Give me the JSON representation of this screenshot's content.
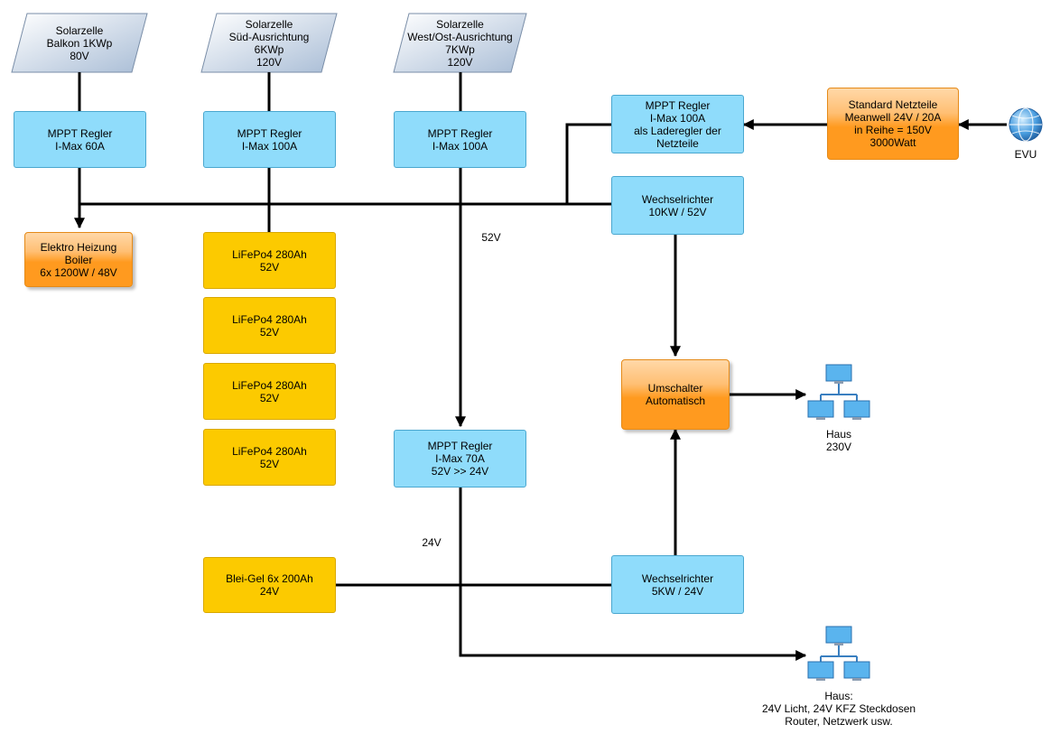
{
  "solar": [
    {
      "text": "Solarzelle\nBalkon 1KWp\n80V"
    },
    {
      "text": "Solarzelle\nSüd-Ausrichtung\n6KWp\n120V"
    },
    {
      "text": "Solarzelle\nWest/Ost-Ausrichtung\n7KWp\n120V"
    }
  ],
  "mppt": {
    "balkon": "MPPT Regler\nI-Max 60A",
    "sued": "MPPT Regler\nI-Max 100A",
    "westost": "MPPT Regler\nI-Max 100A",
    "lader": "MPPT Regler\nI-Max 100A\nals Laderegler der\nNetzteile",
    "dcdc": "MPPT Regler\nI-Max 70A\n52V >> 24V"
  },
  "netzteile": "Standard Netzteile\nMeanwell 24V / 20A\nin Reihe = 150V\n3000Watt",
  "evu_label": "EVU",
  "heizung": "Elektro Heizung\nBoiler\n6x 1200W / 48V",
  "lifepo4": [
    "LiFePo4 280Ah\n52V",
    "LiFePo4 280Ah\n52V",
    "LiFePo4 280Ah\n52V",
    "LiFePo4 280Ah\n52V"
  ],
  "wechselrichter_10kw": "Wechselrichter\n10KW / 52V",
  "wechselrichter_5kw": "Wechselrichter\n5KW / 24V",
  "umschalter": "Umschalter\nAutomatisch",
  "bleigel": "Blei-Gel 6x 200Ah\n24V",
  "voltage_52": "52V",
  "voltage_24": "24V",
  "haus_230": "Haus\n230V",
  "haus_24": "Haus:\n24V Licht, 24V KFZ Steckdosen\nRouter, Netzwerk usw.",
  "colors": {
    "regler": "#8fdcfb",
    "batterie": "#fcca00",
    "orange": "#ff9a1f",
    "solar": "#c8d6e8"
  }
}
